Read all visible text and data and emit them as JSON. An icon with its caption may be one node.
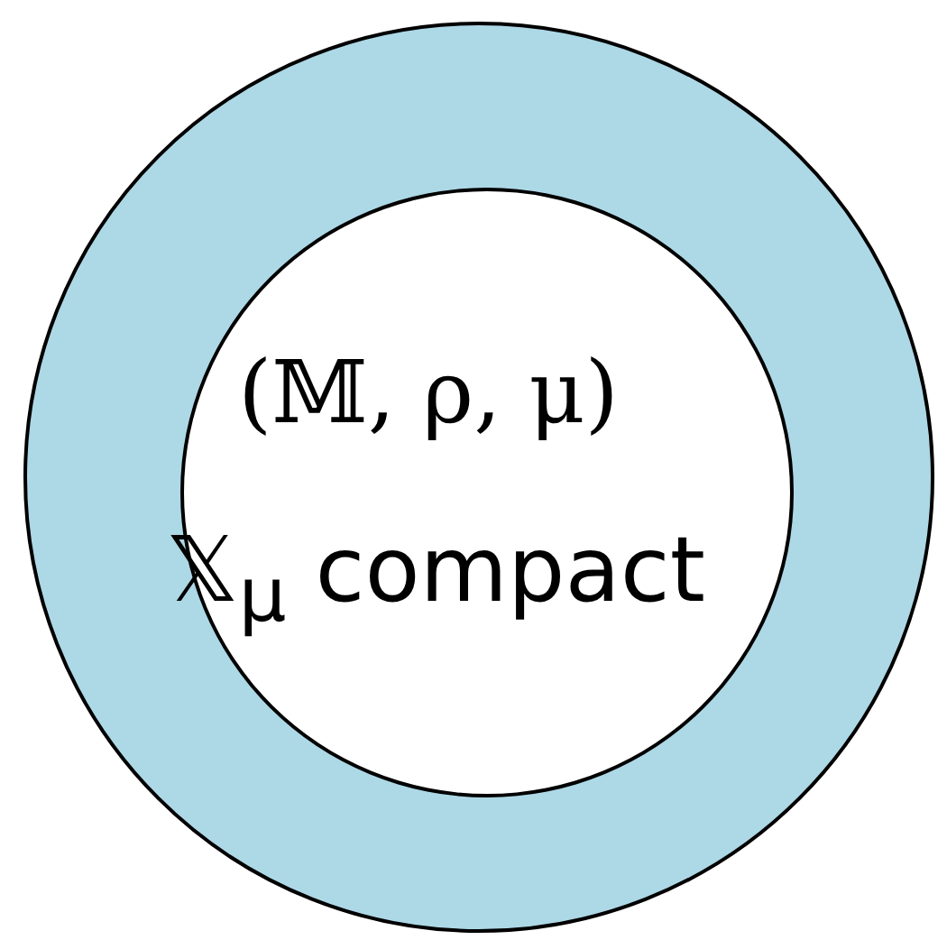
{
  "diagram": {
    "nodes": [
      {
        "text": [],
        "shape": "circle"
      },
      {
        "text": [
          "(𝕄, ρ, μ)",
          "𝕏$_{μ}$ compact"
        ],
        "in": 0
      }
    ]
  }
}
